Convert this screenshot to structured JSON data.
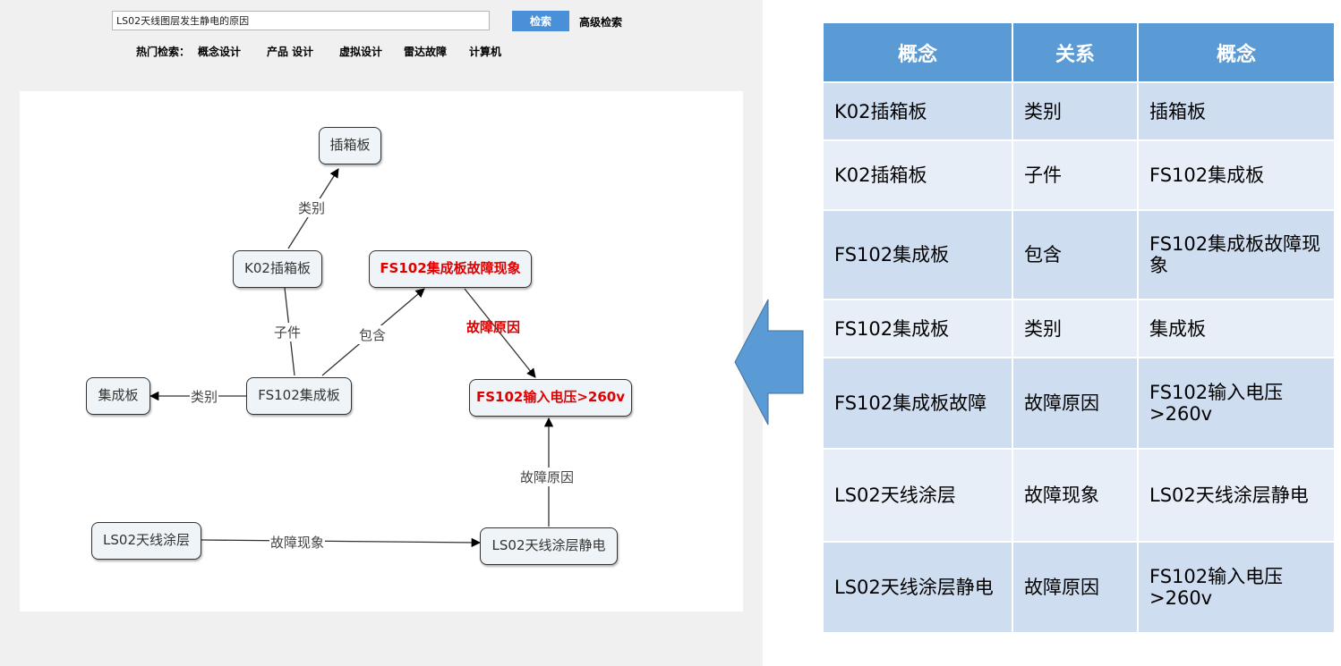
{
  "search": {
    "query": "LS02天线图层发生静电的原因",
    "button_label": "检索",
    "advanced_label": "高级检索"
  },
  "hot": {
    "label": "热门检索：",
    "items": [
      "概念设计",
      "产品 设计",
      "虚拟设计",
      "雷达故障",
      "计算机"
    ]
  },
  "graph": {
    "nodes": {
      "chaxiangban": "插箱板",
      "k02": "K02插箱板",
      "fs102_fault": "FS102集成板故障现象",
      "jichengban": "集成板",
      "fs102": "FS102集成板",
      "fs102_voltage": "FS102输入电压>260v",
      "ls02_coating": "LS02天线涂层",
      "ls02_static": "LS02天线涂层静电"
    },
    "edges": {
      "k02_category": "类别",
      "k02_child": "子件",
      "fs102_contains": "包含",
      "fault_cause_red": "故障原因",
      "fs102_category": "类别",
      "static_cause": "故障原因",
      "coating_phenomenon": "故障现象"
    }
  },
  "table": {
    "headers": [
      "概念",
      "关系",
      "概念"
    ],
    "rows": [
      [
        "K02插箱板",
        "类别",
        "插箱板"
      ],
      [
        "K02插箱板",
        "子件",
        "FS102集成板"
      ],
      [
        "FS102集成板",
        "包含",
        "FS102集成板故障现象"
      ],
      [
        "FS102集成板",
        "类别",
        "集成板"
      ],
      [
        "FS102集成板故障",
        "故障原因",
        "FS102输入电压>260v"
      ],
      [
        "LS02天线涂层",
        "故障现象",
        "LS02天线涂层静电"
      ],
      [
        "LS02天线涂层静电",
        "故障原因",
        "FS102输入电压>260v"
      ]
    ]
  },
  "colors": {
    "accent_blue": "#5b9bd5",
    "search_button": "#4a90d9",
    "highlight_red": "#e00000",
    "row_dark": "#cfddf0",
    "row_light": "#e8eef7",
    "arrow_fill": "#5b9bd5"
  },
  "icons": {
    "direction_arrow": "left-arrow-icon"
  }
}
